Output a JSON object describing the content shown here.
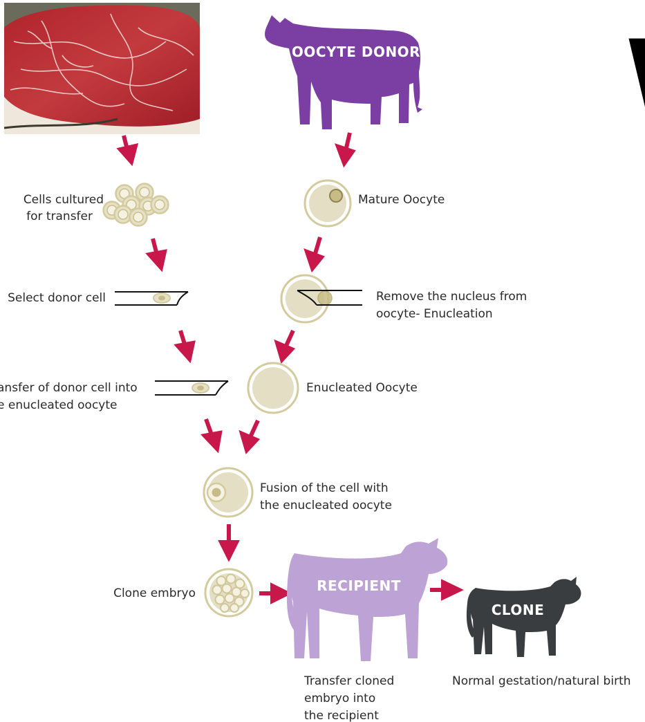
{
  "colors": {
    "arrow": "#c8174a",
    "donor_cow": "#7b3ea2",
    "recipient_cow": "#bda3d5",
    "clone_cow": "#3a3d40",
    "cell_fill": "#e2ddc3",
    "cell_stroke": "#cfc69a"
  },
  "top_left_image": {
    "icon": "marbled-beef-steak-photo"
  },
  "donor": {
    "label": "OOCYTE DONOR"
  },
  "steps": {
    "cells_cultured": [
      "Cells cultured",
      "for transfer"
    ],
    "mature_oocyte": "Mature Oocyte",
    "select_donor": "Select donor cell",
    "remove_nucleus": [
      "Remove the nucleus from",
      "oocyte- Enucleation"
    ],
    "transfer_donor": [
      "ansfer of donor cell into",
      "e enucleated oocyte"
    ],
    "enucleated": "Enucleated Oocyte",
    "fusion": [
      "Fusion of the cell with",
      "the enucleated oocyte"
    ],
    "clone_embryo": "Clone embryo",
    "transfer_cloned": [
      "Transfer cloned",
      "embryo into",
      "the recipient"
    ],
    "gestation": "Normal gestation/natural birth"
  },
  "recipient": {
    "label": "RECIPIENT"
  },
  "clone": {
    "label": "CLONE"
  },
  "corner_text": "W"
}
